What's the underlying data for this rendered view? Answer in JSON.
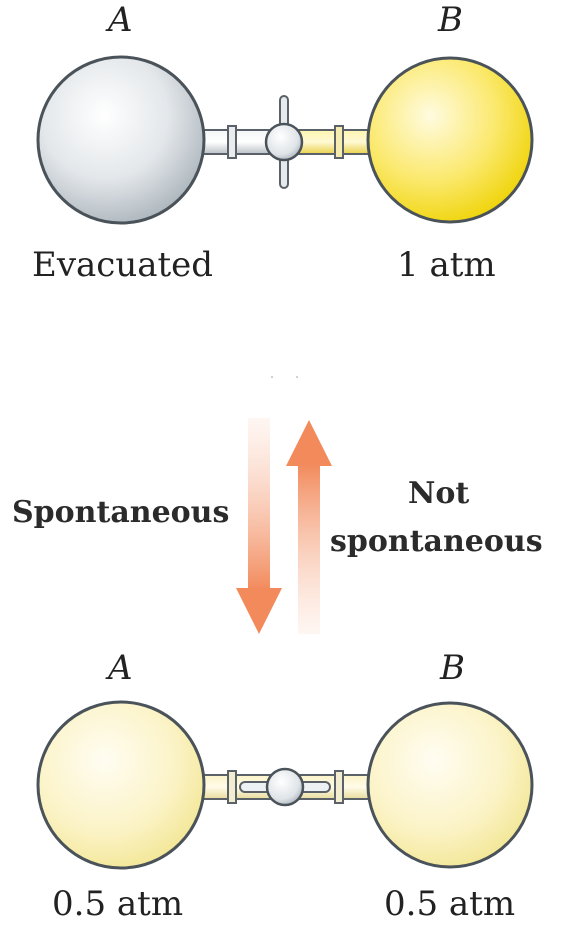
{
  "top": {
    "flask_a_label": "A",
    "flask_b_label": "B",
    "flask_a_state": "Evacuated",
    "flask_b_state": "1 atm"
  },
  "arrows": {
    "forward_label": "Spontaneous",
    "reverse_label_line1": "Not",
    "reverse_label_line2": "spontaneous",
    "color": "#f28a5c"
  },
  "bottom": {
    "flask_a_label": "A",
    "flask_b_label": "B",
    "flask_a_state": "0.5 atm",
    "flask_b_state": "0.5 atm"
  },
  "colors": {
    "gas": "#f5e23a",
    "gas_half": "#f8ee9e",
    "evacuated": "#c9d0d6"
  }
}
